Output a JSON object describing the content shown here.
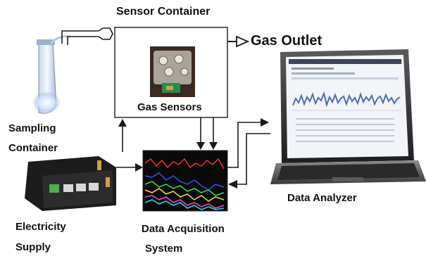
{
  "labels": {
    "sensor_container": "Sensor Container",
    "gas_outlet": "Gas Outlet",
    "gas_sensors": "Gas Sensors",
    "sampling_container_line1": "Sampling",
    "sampling_container_line2": "Container",
    "electricity_supply_line1": "Electricity",
    "electricity_supply_line2": "Supply",
    "data_acquisition_line1": "Data Acquisition",
    "data_acquisition_line2": "System",
    "data_analyzer": "Data Analyzer"
  },
  "colors": {
    "line": "#1a1a1a",
    "box_border": "#2b2b2b",
    "laptop_screen_bg": "#f2f4f7",
    "laptop_plot": "#4a6fb0",
    "daq_screen_bg": "#0a0a0a"
  }
}
